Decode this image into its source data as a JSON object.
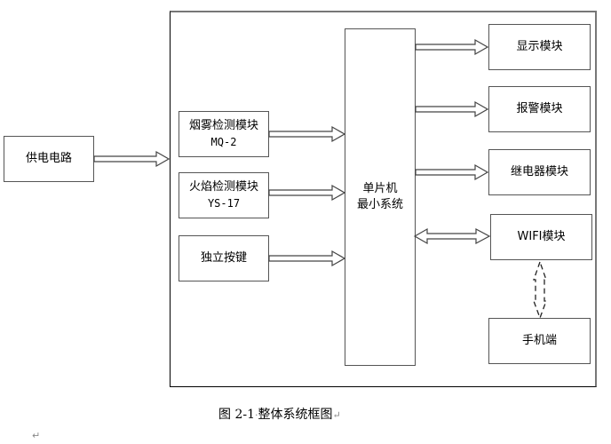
{
  "diagram": {
    "title": "整体系统框图",
    "caption": {
      "figure_number": "图 2-1",
      "separator": "·",
      "text": "整体系统框图",
      "paragraph_mark": "↵"
    },
    "trailing_paragraph_mark": "↵",
    "nodes": {
      "power": {
        "label": "供电电路"
      },
      "smoke": {
        "label": "烟雾检测模块",
        "sublabel": "MQ-2"
      },
      "flame": {
        "label": "火焰检测模块",
        "sublabel": "YS-17"
      },
      "button": {
        "label": "独立按键"
      },
      "mcu": {
        "label_line1": "单片机",
        "label_line2": "最小系统"
      },
      "display": {
        "label": "显示模块"
      },
      "alarm": {
        "label": "报警模块"
      },
      "relay": {
        "label": "继电器模块"
      },
      "wifi": {
        "label": "WIFI模块"
      },
      "phone": {
        "label": "手机端"
      }
    },
    "edges": [
      {
        "from": "power",
        "to": "system",
        "style": "hollow-arrow"
      },
      {
        "from": "smoke",
        "to": "mcu",
        "style": "hollow-arrow"
      },
      {
        "from": "flame",
        "to": "mcu",
        "style": "hollow-arrow"
      },
      {
        "from": "button",
        "to": "mcu",
        "style": "hollow-arrow"
      },
      {
        "from": "mcu",
        "to": "display",
        "style": "hollow-arrow"
      },
      {
        "from": "mcu",
        "to": "alarm",
        "style": "hollow-arrow"
      },
      {
        "from": "mcu",
        "to": "relay",
        "style": "hollow-arrow"
      },
      {
        "from": "mcu",
        "to": "wifi",
        "style": "hollow-double-arrow"
      },
      {
        "from": "wifi",
        "to": "phone",
        "style": "dashed-double-arrow"
      }
    ]
  }
}
